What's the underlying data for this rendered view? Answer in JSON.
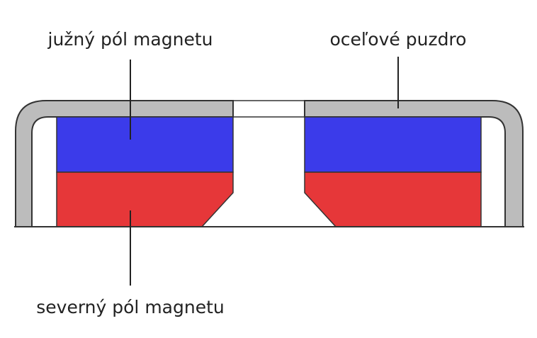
{
  "labels": {
    "south_pole": "južný pól magnetu",
    "steel_housing": "oceľové puzdro",
    "north_pole": "severný pól magnetu"
  },
  "colors": {
    "south_pole": "#3b3bea",
    "north_pole": "#e63739",
    "steel": "#bcbcbc",
    "outline": "#333333",
    "leader_line": "#222222",
    "background": "#ffffff"
  }
}
